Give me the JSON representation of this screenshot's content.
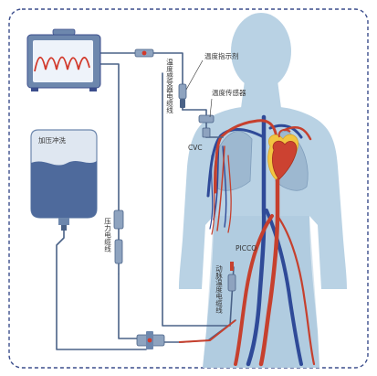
{
  "labels": {
    "temp_sensor_cable": "温度感受器电缆线",
    "temp_indicator": "温度指示剂",
    "temp_sensor": "温度传感器",
    "cvc": "CVC",
    "pressure_flush": "加压冲洗",
    "pressure_cable": "压力电缆线",
    "picco": "PICCO",
    "artery_temp_cable": "动脉温度电缆线"
  },
  "colors": {
    "border": "#3b4d8c",
    "body": "#b9d2e4",
    "artery": "#c6402e",
    "vein": "#2f4a98",
    "tube": "#4a6287",
    "monitor_frame": "#6d87ad",
    "monitor_screen": "#eef3fa",
    "wave": "#d2392b",
    "bag": "#dfe7f1",
    "fluid": "#4e6a9c"
  },
  "icons": {
    "monitor": "monitor-icon",
    "flush_bag": "iv-bag-icon",
    "heart": "heart-icon"
  }
}
